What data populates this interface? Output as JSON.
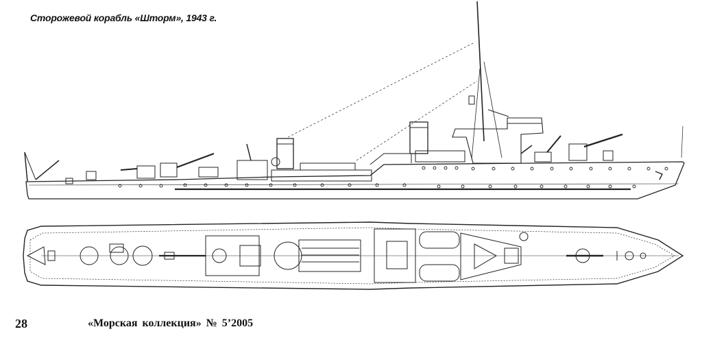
{
  "caption": "Сторожевой корабль «Шторм», 1943 г.",
  "footer": {
    "page_number": "28",
    "magazine": "«Морская коллекция» № 5’2005"
  }
}
